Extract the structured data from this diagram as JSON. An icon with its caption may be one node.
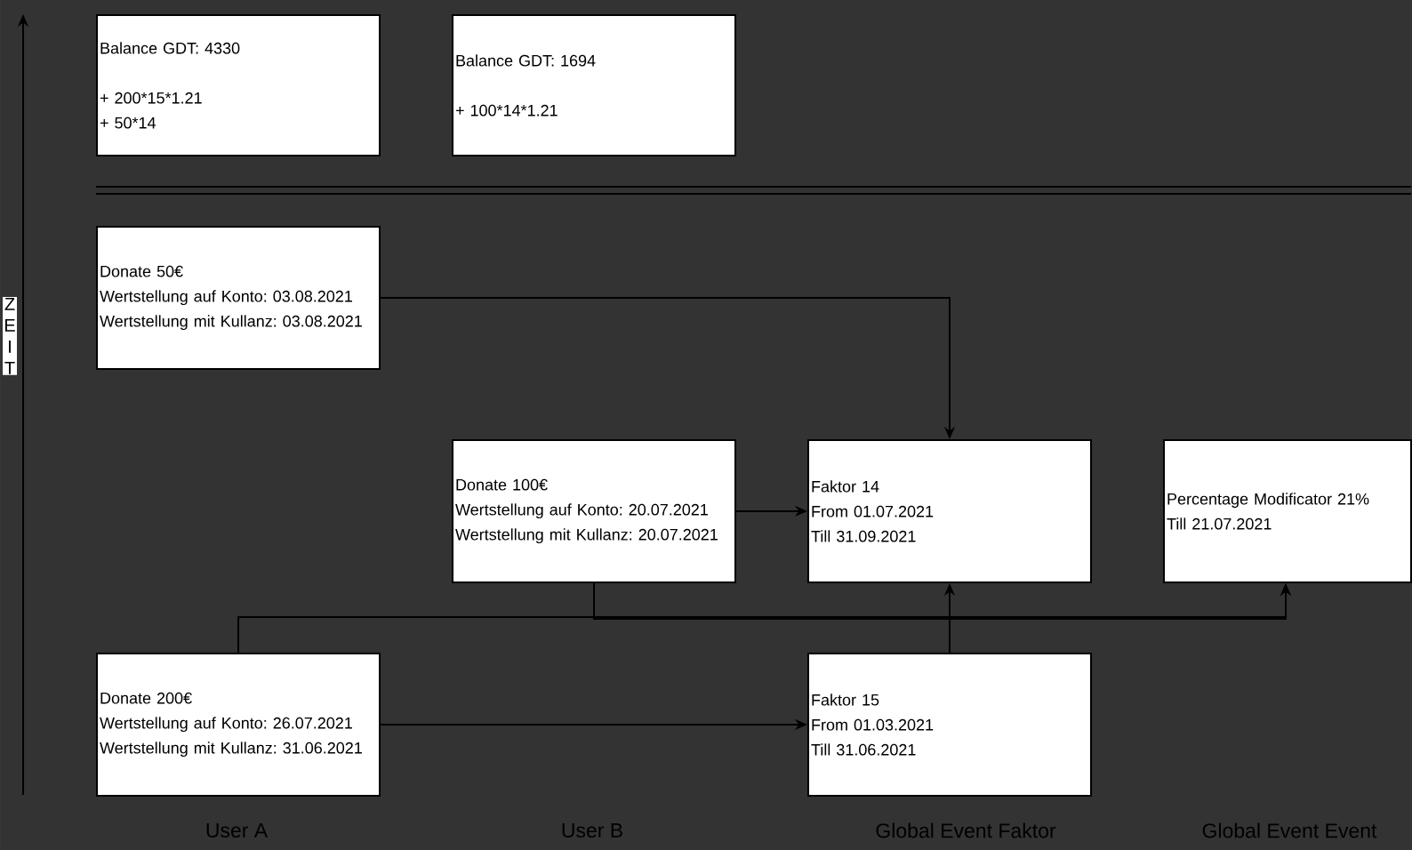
{
  "diagram": {
    "nodes": [
      {
        "text": [
          "Balance GDT: 4330",
          "+ 200*15*1.21",
          "+ 50*14"
        ]
      },
      {
        "text": [
          "Balance GDT: 1694",
          "+ 100*14*1.21"
        ]
      },
      {
        "text": [
          "Donate 50€",
          "Wertstellung auf Konto: 03.08.2021",
          "Wertstellung mit Kullanz: 03.08.2021"
        ]
      },
      {
        "text": [
          "Donate 100€",
          "Wertstellung auf Konto: 20.07.2021",
          "Wertstellung mit Kullanz: 20.07.2021"
        ]
      },
      {
        "text": [
          "Faktor 14",
          "From 01.07.2021",
          "Till 31.09.2021"
        ]
      },
      {
        "text": [
          "Percentage Modificator 21%",
          "Till 21.07.2021"
        ]
      },
      {
        "text": [
          "Donate 200€",
          "Wertstellung auf Konto: 26.07.2021",
          "Wertstellung mit Kullanz: 31.06.2021"
        ]
      },
      {
        "text": [
          "Faktor 15",
          "From 01.03.2021",
          "Till 31.06.2021"
        ]
      }
    ],
    "edges": [
      {
        "from": 2,
        "to": 4,
        "arrow": "to"
      },
      {
        "from": 3,
        "to": 4,
        "arrow": "to"
      },
      {
        "from": 3,
        "to": 5,
        "arrow": "to"
      },
      {
        "from": 6,
        "to": 5,
        "arrow": "to"
      },
      {
        "from": 6,
        "to": 7,
        "arrow": "to"
      },
      {
        "from": 7,
        "to": 4,
        "arrow": "to"
      }
    ],
    "labels": [
      "ZEIT",
      "User A",
      "User B",
      "Global Event Faktor",
      "Global Event Event"
    ]
  }
}
